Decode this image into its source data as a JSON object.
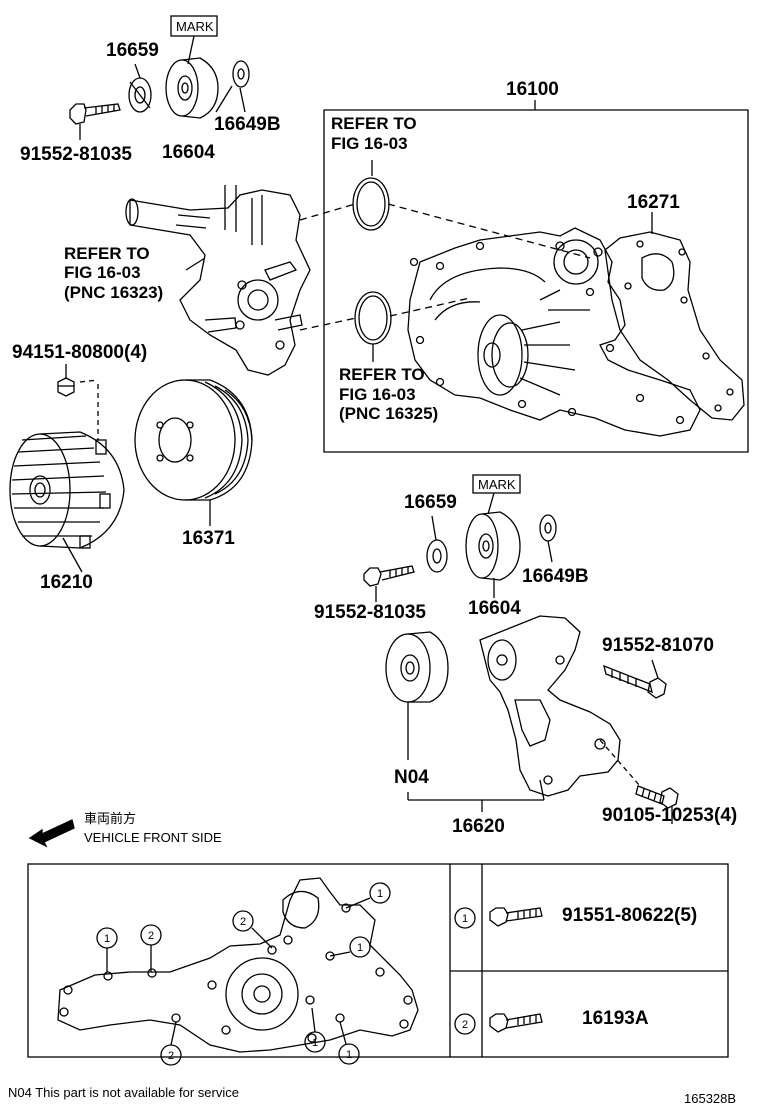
{
  "labels": {
    "p16659_top": "16659",
    "mark_top": "MARK",
    "p16649b_top": "16649B",
    "p16604_top": "16604",
    "p91552_81035_top": "91552-81035",
    "p16100": "16100",
    "p16271": "16271",
    "refer_a_1": "REFER TO",
    "refer_a_2": "FIG 16-03",
    "refer_b_1": "REFER TO",
    "refer_b_2": "FIG 16-03",
    "refer_b_3": "(PNC 16323)",
    "refer_c_1": "REFER TO",
    "refer_c_2": "FIG 16-03",
    "refer_c_3": "(PNC 16325)",
    "p94151": "94151-80800(4)",
    "p16371": "16371",
    "p16210": "16210",
    "mark_mid": "MARK",
    "p16659_mid": "16659",
    "p16649b_mid": "16649B",
    "p91552_81035_mid": "91552-81035",
    "p16604_mid": "16604",
    "p91552_81070": "91552-81070",
    "n04": "N04",
    "p16620": "16620",
    "p90105": "90105-10253(4)",
    "front_jp": "車両前方",
    "front_en": "VEHICLE FRONT SIDE"
  },
  "legend": {
    "rows": [
      {
        "marker": "1",
        "part": "91551-80622(5)"
      },
      {
        "marker": "2",
        "part": "16193A"
      }
    ]
  },
  "footer": {
    "note": "N04  This part is not available for service",
    "figure_id": "165328B"
  },
  "icons": [
    "arrow-left-icon"
  ]
}
